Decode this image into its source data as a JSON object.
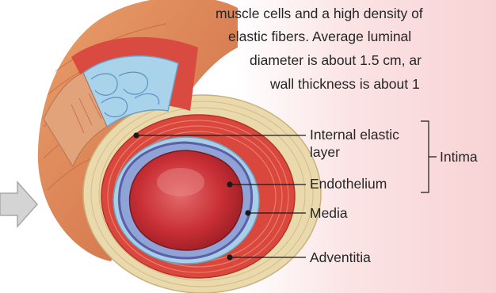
{
  "description_lines": [
    "muscle cells and a high density of",
    "elastic fibers. Average luminal",
    "diameter is about 1.5 cm, ar",
    "wall thickness is about 1"
  ],
  "labels": {
    "internal_elastic_1": "Internal elastic",
    "internal_elastic_2": "layer",
    "endothelium": "Endothelium",
    "media": "Media",
    "adventitia": "Adventitia",
    "intima": "Intima"
  },
  "colors": {
    "lumen": "#c42a33",
    "media": "#d84a3e",
    "adventitia": "#e8d8b0",
    "intima": "#9cc6e0"
  }
}
